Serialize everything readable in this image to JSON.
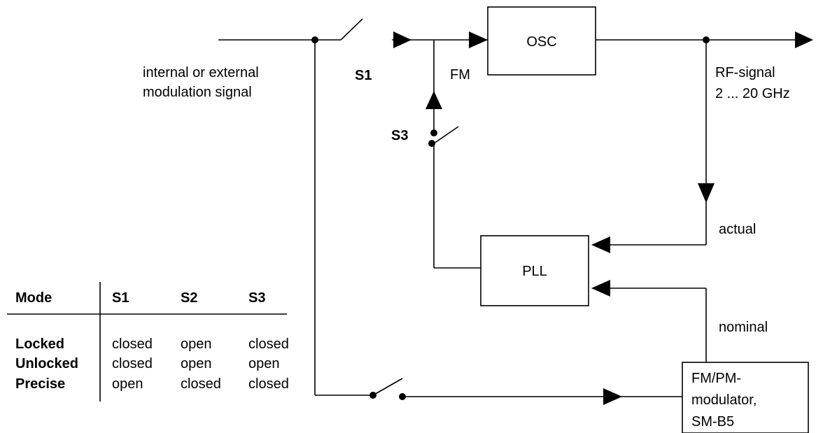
{
  "blocks": {
    "osc": "OSC",
    "pll": "PLL",
    "modulator": [
      "FM/PM-",
      "modulator,",
      "SM-B5"
    ]
  },
  "labels": {
    "input_signal": [
      "internal or external",
      "modulation signal"
    ],
    "s1": "S1",
    "s3": "S3",
    "fm": "FM",
    "rf_signal": [
      "RF-signal",
      "2 ... 20 GHz"
    ],
    "actual": "actual",
    "nominal": "nominal"
  },
  "mode_table": {
    "headers": [
      "Mode",
      "S1",
      "S2",
      "S3"
    ],
    "rows": [
      {
        "mode": "Locked",
        "s1": "closed",
        "s2": "open",
        "s3": "closed"
      },
      {
        "mode": "Unlocked",
        "s1": "closed",
        "s2": "open",
        "s3": "open"
      },
      {
        "mode": "Precise",
        "s1": "open",
        "s2": "closed",
        "s3": "closed"
      }
    ]
  }
}
